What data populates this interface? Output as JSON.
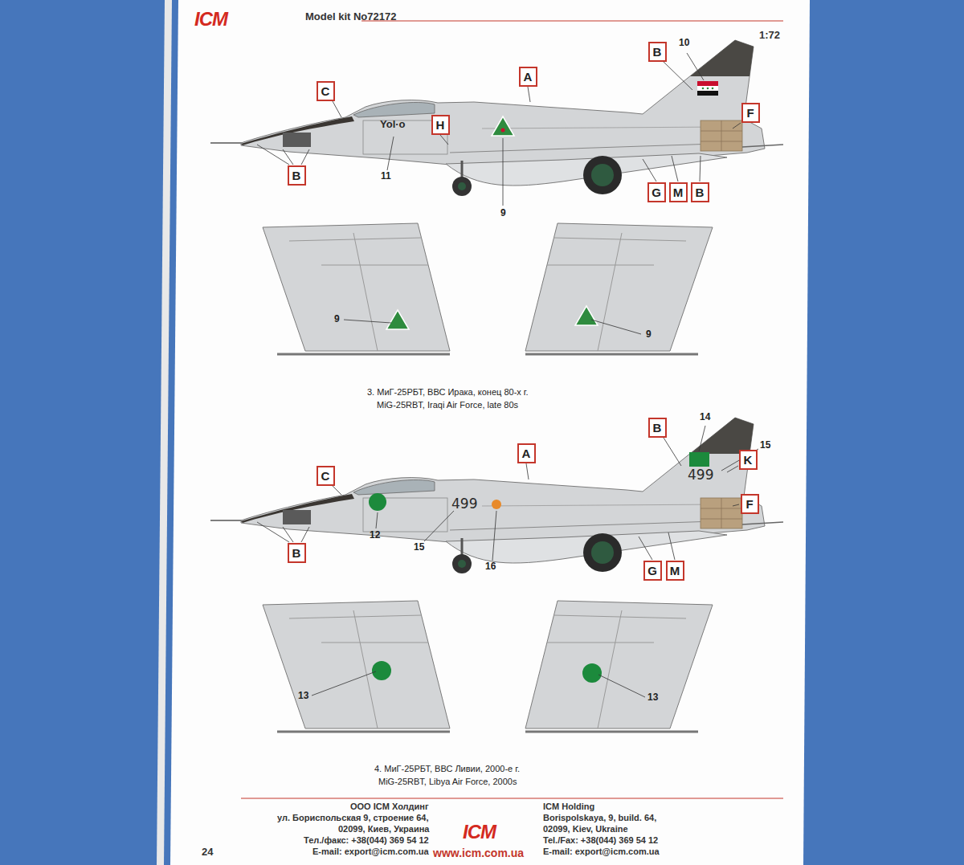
{
  "diagram": {
    "nodes": [
      {
        "text": [
          "B"
        ]
      },
      {
        "text": [
          "A"
        ]
      },
      {
        "text": [
          "C"
        ]
      },
      {
        "text": [
          "F"
        ]
      },
      {
        "text": [
          "H"
        ]
      },
      {
        "text": [
          "B"
        ]
      },
      {
        "text": [
          "G"
        ]
      },
      {
        "text": [
          "M"
        ]
      },
      {
        "text": [
          "B"
        ]
      },
      {
        "text": [
          "B"
        ]
      },
      {
        "text": [
          "A"
        ]
      },
      {
        "text": [
          "K"
        ]
      },
      {
        "text": [
          "C"
        ]
      },
      {
        "text": [
          "F"
        ]
      },
      {
        "text": [
          "B"
        ]
      },
      {
        "text": [
          "G"
        ]
      },
      {
        "text": [
          "M"
        ]
      }
    ],
    "labels": [
      "ICM",
      "Model kit No72172",
      "1:72",
      "Yol·o",
      "10",
      "11",
      "9",
      "9",
      "9",
      "3. МиГ-25РБТ, ВВС Ирака, конец 80-х г.",
      "MiG-25RBT, Iraqi Air Force, late 80s",
      "14",
      "15",
      "499",
      "499",
      "12",
      "15",
      "16",
      "13",
      "13",
      "4. МиГ-25РБТ, ВВС Ливии, 2000-е г.",
      "MiG-25RBT, Libya Air Force, 2000s",
      "ООО ICM Холдинг",
      "ул. Бориспольская 9, строение 64,",
      "02099, Киев, Украина",
      "Тел./факс: +38(044) 369 54 12",
      "E-mail: export@icm.com.ua",
      "ICM",
      "www.icm.com.ua",
      "ICM Holding",
      "Borispolskaya, 9, build. 64,",
      "02099, Kiev, Ukraine",
      "Tel./Fax: +38(044) 369 54 12",
      "E-mail: export@icm.com.ua",
      "24"
    ]
  }
}
